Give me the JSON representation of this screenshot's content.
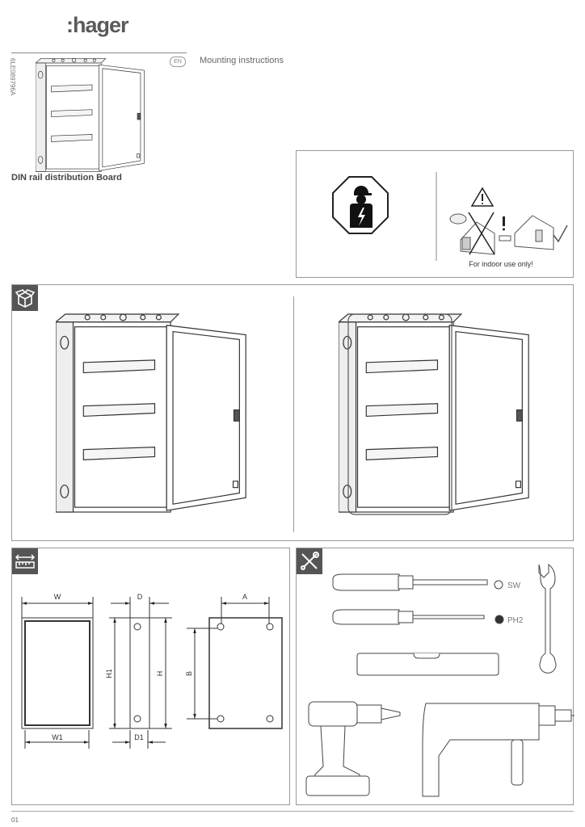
{
  "header": {
    "logo": ":hager",
    "document_code": "6LE089796A",
    "language": "EN",
    "title": "Mounting instructions",
    "product_name": "DIN rail distribution Board"
  },
  "safety": {
    "indoor_notice": "For indoor use only!",
    "icons": [
      "qualified-electrician-icon",
      "warning-triangle-icon",
      "outdoor-forbidden-icon",
      "indoor-ok-icon"
    ]
  },
  "contents_panel": {
    "icon": "package-box-icon"
  },
  "dimensions_panel": {
    "icon": "ruler-measure-icon",
    "labels": {
      "W": "W",
      "W1": "W1",
      "D": "D",
      "D1": "D1",
      "H1": "H1",
      "H": "H",
      "A": "A",
      "B": "B"
    }
  },
  "tools_panel": {
    "icon": "tools-icon",
    "screwdriver_flat_label": "SW",
    "screwdriver_phillips_label": "PH2"
  },
  "footer": {
    "page_number": "01"
  }
}
